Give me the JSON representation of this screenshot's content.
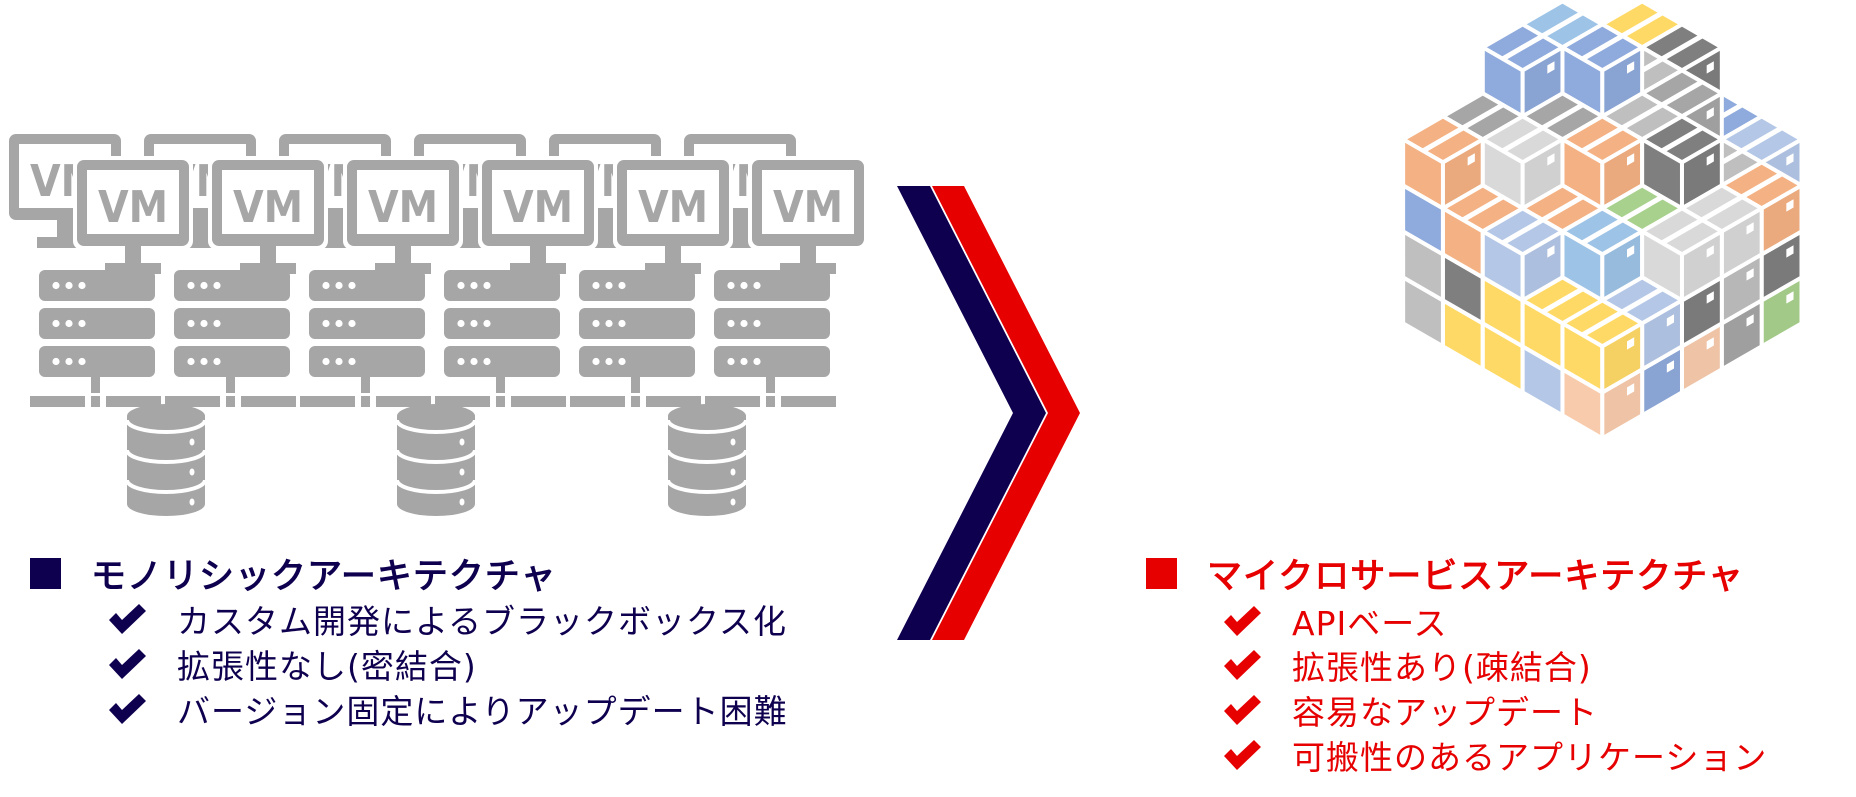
{
  "colors": {
    "monolith_accent": "#0f004f",
    "micro_accent": "#e60000",
    "infra_gray": "#a6a6a6",
    "cube_palette": [
      "#a6a6a6",
      "#8faadc",
      "#ffd966",
      "#a9d18e",
      "#f4b183",
      "#d9d9d9",
      "#7f7f7f",
      "#9dc3e6",
      "#b4c7e7",
      "#f8cbad",
      "#bfbfbf"
    ]
  },
  "monolith": {
    "vm_label": "VM",
    "vm_count_front": 6,
    "vm_count_back": 6,
    "server_rows": 3,
    "database_count": 3,
    "title": "モノリシックアーキテクチャ",
    "bullets": [
      "カスタム開発によるブラックボックス化",
      "拡張性なし(密結合)",
      "バージョン固定によりアップデート困難"
    ]
  },
  "transition": {
    "icon": "chevron-right-icon"
  },
  "microservices": {
    "title": "マイクロサービスアーキテクチャ",
    "bullets": [
      "APIベース",
      "拡張性あり(疎結合)",
      "容易なアップデート",
      "可搬性のあるアプリケーション"
    ]
  }
}
